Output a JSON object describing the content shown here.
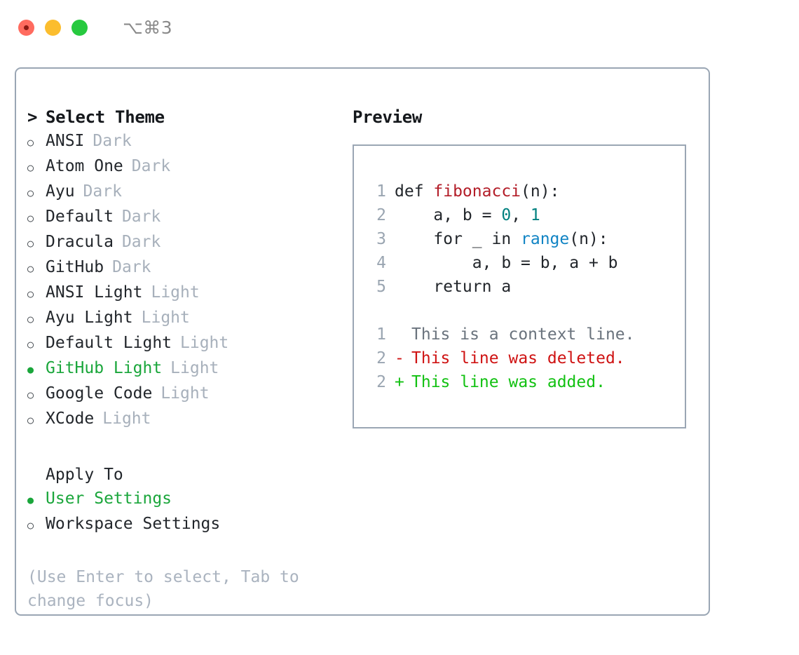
{
  "window": {
    "title": "⌥⌘3",
    "traffic_lights": [
      "close-button",
      "minimize-button",
      "maximize-button"
    ]
  },
  "theme_picker": {
    "header": "Select Theme",
    "prompt": ">",
    "marker_selected": "●",
    "marker_unselected": "○",
    "options": [
      {
        "name": "ANSI",
        "variant": "Dark",
        "selected": false
      },
      {
        "name": "Atom One",
        "variant": "Dark",
        "selected": false
      },
      {
        "name": "Ayu",
        "variant": "Dark",
        "selected": false
      },
      {
        "name": "Default",
        "variant": "Dark",
        "selected": false
      },
      {
        "name": "Dracula",
        "variant": "Dark",
        "selected": false
      },
      {
        "name": "GitHub",
        "variant": "Dark",
        "selected": false
      },
      {
        "name": "ANSI Light",
        "variant": "Light",
        "selected": false
      },
      {
        "name": "Ayu Light",
        "variant": "Light",
        "selected": false
      },
      {
        "name": "Default Light",
        "variant": "Light",
        "selected": false
      },
      {
        "name": "GitHub Light",
        "variant": "Light",
        "selected": true
      },
      {
        "name": "Google Code",
        "variant": "Light",
        "selected": false
      },
      {
        "name": "XCode",
        "variant": "Light",
        "selected": false
      }
    ]
  },
  "apply_to": {
    "header": "Apply To",
    "options": [
      {
        "name": "User Settings",
        "selected": true
      },
      {
        "name": "Workspace Settings",
        "selected": false
      }
    ]
  },
  "hint": "(Use Enter to select, Tab to change focus)",
  "preview": {
    "title": "Preview",
    "code_lines": [
      {
        "num": "1",
        "segments": [
          {
            "text": "def ",
            "style": "plain"
          },
          {
            "text": "fibonacci",
            "style": "fn"
          },
          {
            "text": "(n):",
            "style": "plain"
          }
        ]
      },
      {
        "num": "2",
        "segments": [
          {
            "text": "    a, b = ",
            "style": "plain"
          },
          {
            "text": "0",
            "style": "num"
          },
          {
            "text": ", ",
            "style": "plain"
          },
          {
            "text": "1",
            "style": "num"
          }
        ]
      },
      {
        "num": "3",
        "segments": [
          {
            "text": "    for _ in ",
            "style": "plain"
          },
          {
            "text": "range",
            "style": "builtin"
          },
          {
            "text": "(n):",
            "style": "plain"
          }
        ]
      },
      {
        "num": "4",
        "segments": [
          {
            "text": "        a, b = b, a + b",
            "style": "plain"
          }
        ]
      },
      {
        "num": "5",
        "segments": [
          {
            "text": "    return a",
            "style": "plain"
          }
        ]
      }
    ],
    "diff_lines": [
      {
        "num": "1",
        "sign": " ",
        "text": "This is a context line.",
        "kind": "context"
      },
      {
        "num": "2",
        "sign": "-",
        "text": "This line was deleted.",
        "kind": "deleted"
      },
      {
        "num": "2",
        "sign": "+",
        "text": "This line was added.",
        "kind": "added"
      }
    ]
  },
  "colors": {
    "accent_green": "#1aa63b",
    "diff_added": "#12c112",
    "diff_deleted": "#cf1313",
    "code_fn": "#b31d28",
    "code_number": "#00807f",
    "code_builtin": "#1184c4",
    "border": "#9aa6b4",
    "muted": "#a7b0bb"
  }
}
